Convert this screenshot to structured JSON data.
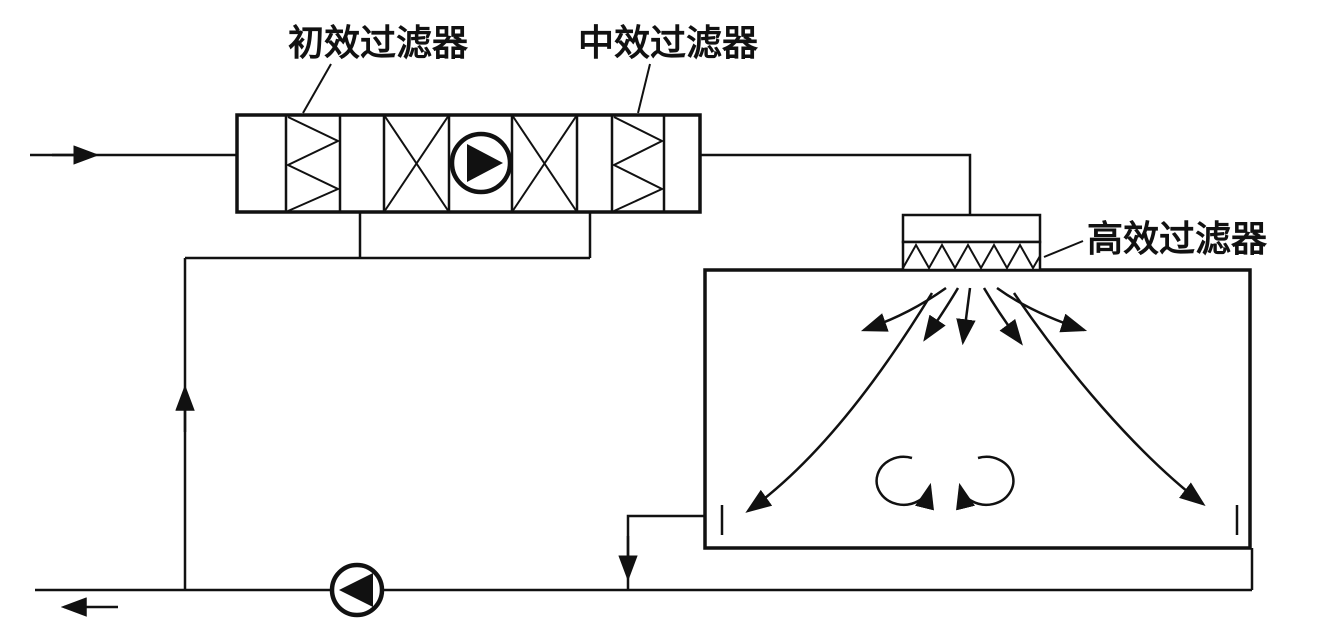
{
  "diagram": {
    "labels": {
      "primary_filter": "初效过滤器",
      "medium_filter": "中效过滤器",
      "hepa_filter": "高效过滤器"
    },
    "colors": {
      "line": "#111111",
      "background": "#ffffff",
      "arrow_fill": "#111111"
    }
  }
}
